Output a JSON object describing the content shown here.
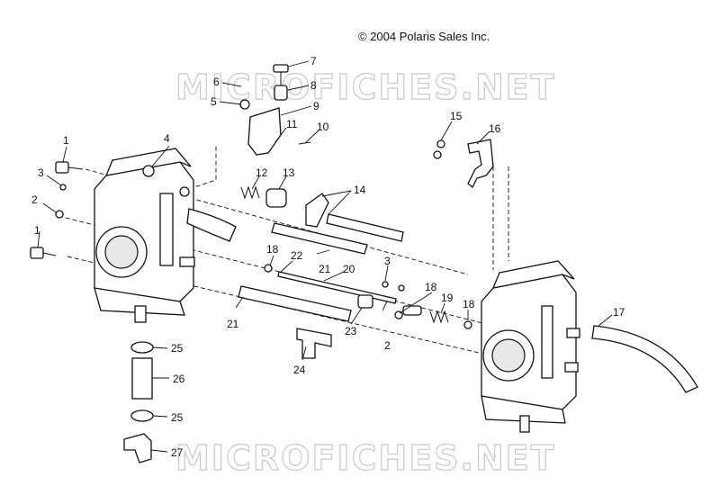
{
  "copyright": "© 2004 Polaris Sales Inc.",
  "watermarks": [
    "MICROFICHES.NET",
    "MICROFICHES.NET"
  ],
  "callouts": [
    "1",
    "1",
    "2",
    "2",
    "3",
    "3",
    "4",
    "5",
    "6",
    "7",
    "8",
    "9",
    "10",
    "11",
    "12",
    "13",
    "14",
    "15",
    "16",
    "17",
    "18",
    "18",
    "18",
    "19",
    "20",
    "21",
    "21",
    "22",
    "23",
    "24",
    "25",
    "25",
    "26",
    "27"
  ]
}
